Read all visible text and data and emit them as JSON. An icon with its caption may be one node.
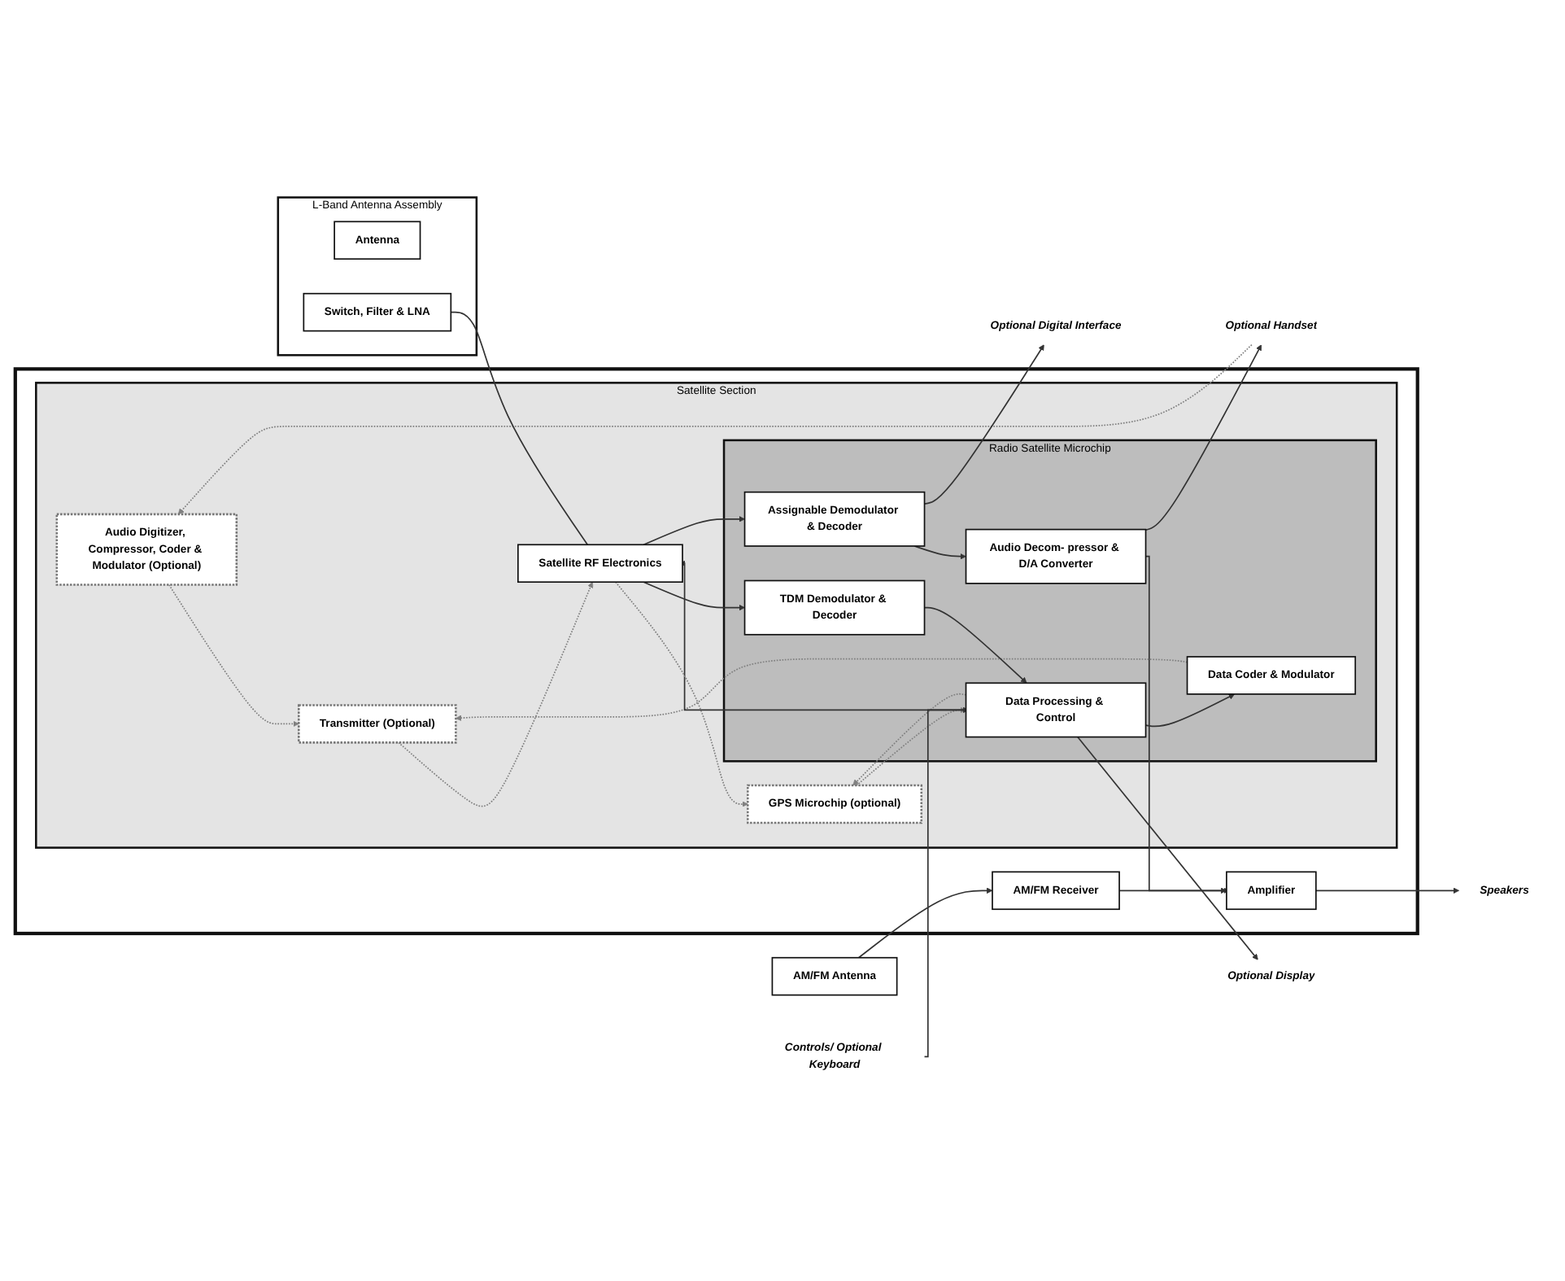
{
  "diagram": {
    "nodes": [
      {
        "text": [],
        "shape": "box"
      },
      {
        "text": [
          "Amplifier"
        ],
        "in": 0
      },
      {
        "text": [
          "AM/FM Receiver"
        ],
        "in": 0
      },
      {
        "text": [
          "AM/FM Antenna"
        ]
      },
      {
        "text": [
          "Speakers"
        ]
      },
      {
        "text": [
          "Satellite Section"
        ],
        "in": 0
      },
      {
        "text": [
          "Audio Digitizer, Compressor, Coder & Modulator (Optional)"
        ],
        "in": 5
      },
      {
        "text": [
          "Transmitter (Optional)"
        ],
        "in": 5
      },
      {
        "text": [
          "GPS Microchip (optional)"
        ],
        "in": 5
      },
      {
        "text": [
          "Radio Satellite Microchip"
        ],
        "in": 5
      },
      {
        "text": [
          "Audio Decom- pressor & D/A Converter"
        ],
        "in": 9
      },
      {
        "text": [
          "Data Coder & Modulator"
        ],
        "in": 9
      },
      {
        "text": [
          "Data Processing & Control"
        ],
        "in": 9
      },
      {
        "text": [
          "TDM Demodulator & Decoder"
        ],
        "in": 9
      },
      {
        "text": [
          "Assignable Demodulator & Decoder"
        ],
        "in": 9
      },
      {
        "text": [
          "Satellite RF Electronics"
        ],
        "in": 5
      },
      {
        "text": [
          "L-Band Antenna Assembly"
        ]
      },
      {
        "text": [
          "Antenna"
        ],
        "in": 16
      },
      {
        "text": [
          "Switch, Filter & LNA"
        ],
        "in": 16
      },
      {
        "text": [
          "Optional Handset"
        ]
      },
      {
        "text": [
          "Controls/ Optional Keyboard"
        ]
      },
      {
        "text": [
          "Optional Display"
        ]
      },
      {
        "text": [
          "Optional Digital Interface"
        ]
      }
    ],
    "edges": [
      {
        "from": 3,
        "to": 2,
        "arrow": "to"
      },
      {
        "from": 2,
        "to": 1,
        "arrow": "to"
      },
      {
        "from": 1,
        "to": 4,
        "arrow": "to"
      },
      {
        "from": 10,
        "to": 1,
        "arrow": "to"
      },
      {
        "from": 10,
        "to": 19,
        "arrow": "to"
      },
      {
        "from": 19,
        "to": 6,
        "arrow": "to",
        "style": "dashed",
        "color": "#808080"
      },
      {
        "from": 6,
        "to": 7,
        "arrow": "to",
        "style": "dashed",
        "color": "#808080"
      },
      {
        "from": 11,
        "to": 7,
        "arrow": "to",
        "style": "dashed",
        "color": "#808080"
      },
      {
        "from": 12,
        "to": 8,
        "arrow": "to",
        "style": "dashed",
        "color": "#808080"
      },
      {
        "from": 8,
        "to": 12,
        "arrow": "to",
        "style": "dashed",
        "color": "#808080"
      },
      {
        "from": 12,
        "to": 11,
        "arrow": "to"
      },
      {
        "from": 20,
        "to": 12,
        "arrow": "to"
      },
      {
        "from": 12,
        "to": 21,
        "arrow": "to"
      },
      {
        "from": 12,
        "to": 15,
        "arrow": "to"
      },
      {
        "from": 15,
        "to": 8,
        "arrow": "to",
        "style": "dashed",
        "color": "#808080"
      },
      {
        "from": 7,
        "to": 15,
        "arrow": "to",
        "style": "dashed",
        "color": "#808080"
      },
      {
        "from": 15,
        "to": 13,
        "arrow": "to"
      },
      {
        "from": 15,
        "to": 14,
        "arrow": "to"
      },
      {
        "from": 13,
        "to": 12,
        "arrow": "to"
      },
      {
        "from": 14,
        "to": 10,
        "arrow": "to"
      },
      {
        "from": 14,
        "to": 22,
        "arrow": "to"
      },
      {
        "from": 18,
        "to": 15,
        "arrow": "none"
      }
    ]
  }
}
